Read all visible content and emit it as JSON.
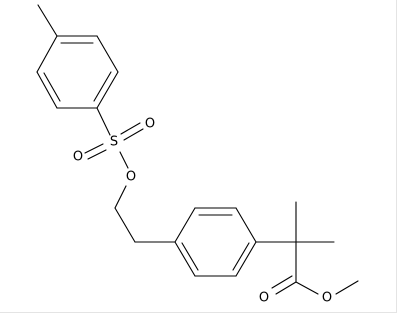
{
  "molecule": {
    "atom_labels": {
      "sulfur": "S",
      "sulfonyl_oxygen_right": "O",
      "sulfonyl_oxygen_left": "O",
      "ester_link_oxygen": "O",
      "carbonyl_oxygen": "O",
      "methoxy_oxygen": "O"
    },
    "line_color": "#000000",
    "background_color": "#ffffff"
  }
}
